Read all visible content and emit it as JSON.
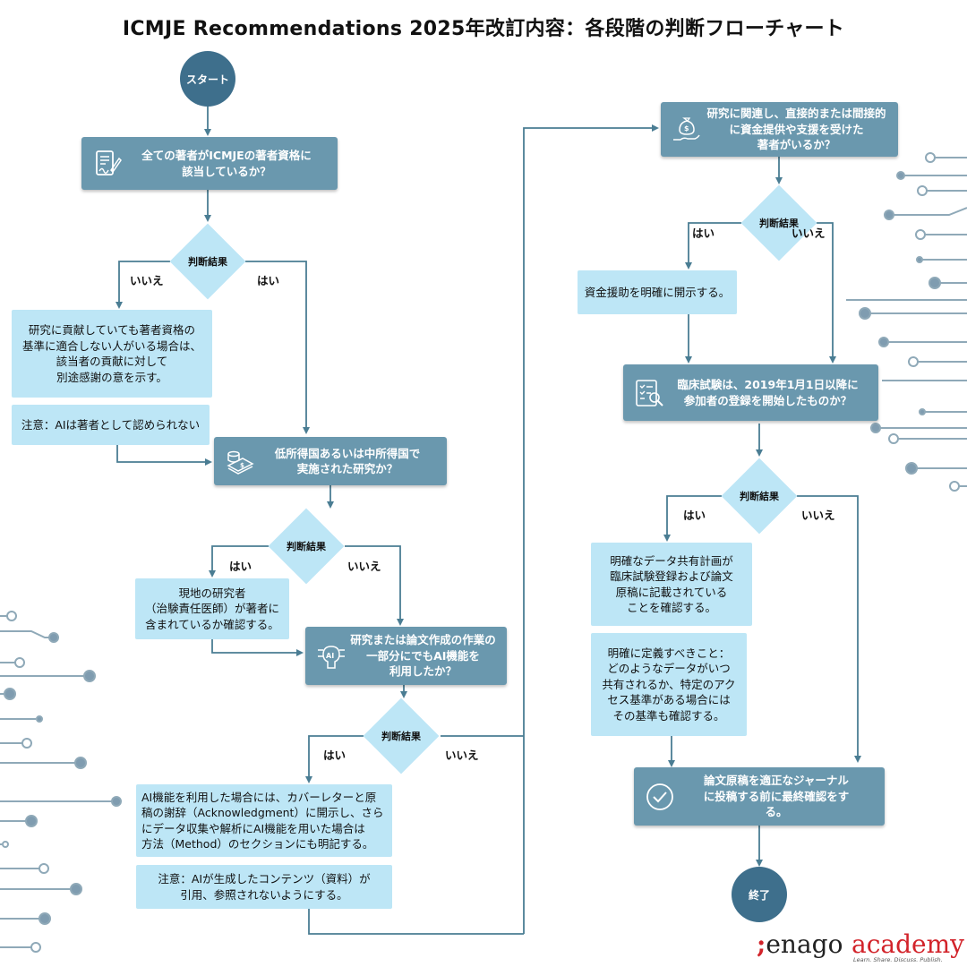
{
  "title": "ICMJE Recommendations 2025年改訂内容：各段階の判断フローチャート",
  "start": "スタート",
  "end": "終了",
  "decision_label": "判断結果",
  "yes": "はい",
  "no": "いいえ",
  "q1": {
    "line1": "全ての著者がICMJEの著者資格に",
    "line2": "該当しているか？",
    "icon": "document-signature-icon"
  },
  "n1": {
    "line1": "研究に貢献していても著者資格の",
    "line2": "基準に適合しない人がいる場合は、",
    "line3": "該当者の貢献に対して",
    "line4": "別途感謝の意を示す。"
  },
  "n1b": "注意：AIは著者として認められない",
  "q2": {
    "line1": "低所得国あるいは中所得国で",
    "line2": "実施された研究か？",
    "icon": "money-icon"
  },
  "n2": {
    "line1": "現地の研究者",
    "line2": "（治験責任医師）が著者に",
    "line3": "含まれているか確認する。"
  },
  "q3": {
    "line1": "研究または論文作成の作業の",
    "line2": "一部分にでもAI機能を",
    "line3": "利用したか？",
    "icon": "ai-chip-icon"
  },
  "n3": {
    "line1": "AI機能を利用した場合には、カバーレターと原",
    "line2": "稿の謝辞（Acknowledgment）に開示し、さら",
    "line3": "にデータ収集や解析にAI機能を用いた場合は",
    "line4": "方法（Method）のセクションにも明記する。"
  },
  "n3b": {
    "line1": "注意：AIが生成したコンテンツ（資料）が",
    "line2": "引用、参照されないようにする。"
  },
  "q4": {
    "line1": "研究に関連し、直接的または間接的",
    "line2": "に資金提供や支援を受けた",
    "line3": "著者がいるか？",
    "icon": "funding-hand-icon"
  },
  "n4": "資金援助を明確に開示する。",
  "q5": {
    "line1": "臨床試験は、2019年1月1日以降に",
    "line2": "参加者の登録を開始したものか？",
    "icon": "clipboard-search-icon"
  },
  "n5": {
    "line1": "明確なデータ共有計画が",
    "line2": "臨床試験登録および論文",
    "line3": "原稿に記載されている",
    "line4": "ことを確認する。"
  },
  "n5b": {
    "line1": "明確に定義すべきこと：",
    "line2": "どのようなデータがいつ",
    "line3": "共有されるか、特定のアク",
    "line4": "セス基準がある場合には",
    "line5": "その基準も確認する。"
  },
  "q6": {
    "line1": "論文原稿を適正なジャーナル",
    "line2": "に投稿する前に最終確認をす",
    "line3": "る。",
    "icon": "check-circle-icon"
  },
  "logo": {
    "brand": "enago",
    "name": "academy",
    "tagline": "Learn. Share. Discuss. Publish."
  },
  "colors": {
    "dark_box": "#6a98ae",
    "light_box": "#bde6f6",
    "circle": "#3e6f8c",
    "line": "#4a7d93",
    "logo_red": "#d2232a"
  }
}
